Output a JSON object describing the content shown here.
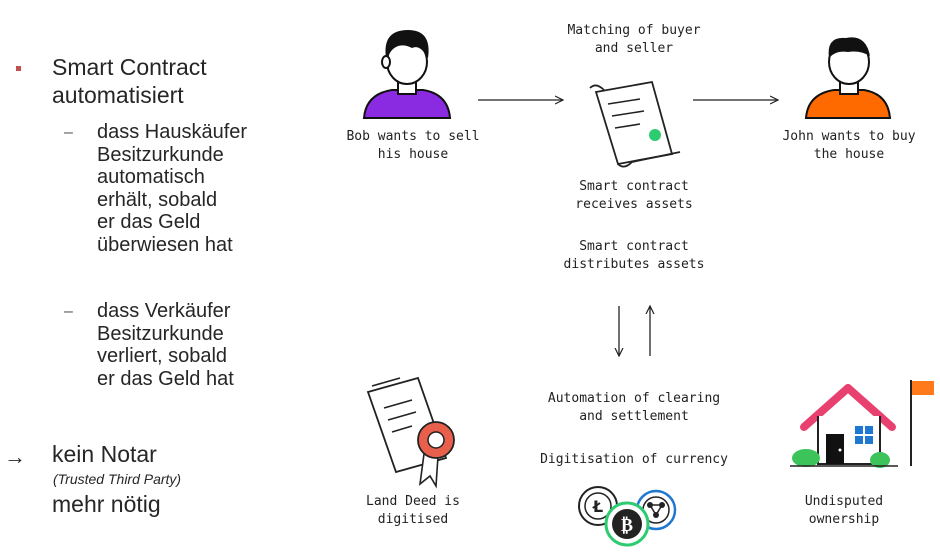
{
  "left_panel": {
    "bullet": {
      "lines": [
        "Smart Contract",
        "automatisiert"
      ]
    },
    "subitems": [
      {
        "lines": [
          "dass Hauskäufer",
          "Besitzurkunde",
          "automatisch",
          "erhält, sobald",
          "er das Geld",
          "überwiesen hat"
        ]
      },
      {
        "lines": [
          "dass Verkäufer",
          "Besitzurkunde",
          "verliert, sobald",
          "er das Geld hat"
        ]
      }
    ],
    "conclusion": {
      "arrow": "→",
      "line1": "kein Notar",
      "line2": "(Trusted Third Party)",
      "line3": "mehr nötig"
    }
  },
  "diagram": {
    "matching": [
      "Matching of buyer",
      "and seller"
    ],
    "bob": [
      "Bob wants to sell",
      "his house"
    ],
    "john": [
      "John wants to buy",
      "the house"
    ],
    "receives": [
      "Smart contract",
      "receives assets"
    ],
    "distributes": [
      "Smart contract",
      "distributes assets"
    ],
    "automation": [
      "Automation of clearing",
      "and settlement"
    ],
    "digitisation": "Digitisation of currency",
    "land_deed": [
      "Land Deed is",
      "digitised"
    ],
    "ownership": [
      "Undisputed",
      "ownership"
    ]
  },
  "colors": {
    "bullet": "#c0504d",
    "bob_shirt": "#8a2be2",
    "john_shirt": "#ff6a00",
    "roof": "#e8406f",
    "flag": "#ff7a1a",
    "bush": "#3cc45a",
    "window": "#1e78d2",
    "seal": "#e8604c",
    "contract_dot": "#2ecc71"
  },
  "icons": [
    "bob-avatar-icon",
    "contract-scroll-icon",
    "john-avatar-icon",
    "land-deed-icon",
    "crypto-coins-icon",
    "house-icon"
  ]
}
